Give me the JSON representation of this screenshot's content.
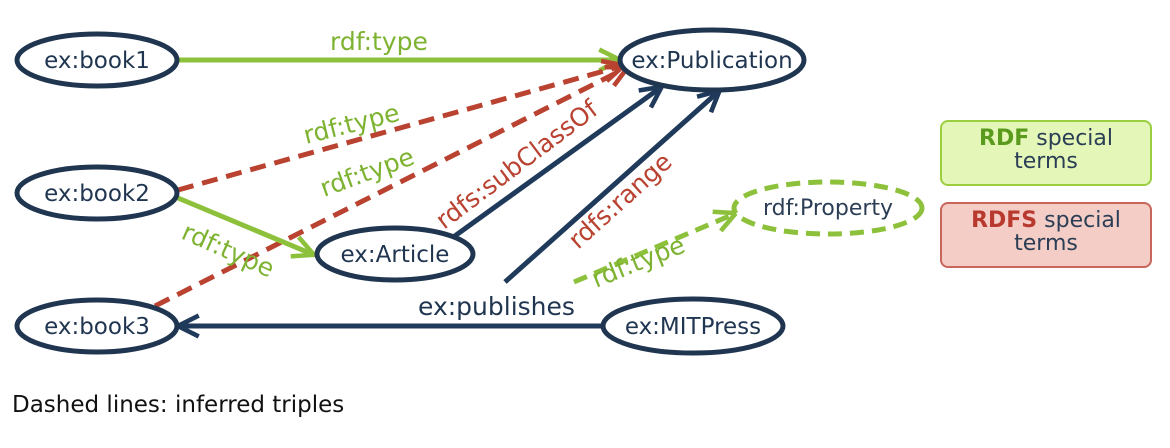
{
  "nodes": {
    "book1": "ex:book1",
    "book2": "ex:book2",
    "book3": "ex:book3",
    "article": "ex:Article",
    "publication": "ex:Publication",
    "property": "rdf:Property",
    "mitpress": "ex:MITPress"
  },
  "edges": {
    "book1_type": "rdf:type",
    "book2_type_inferred": "rdf:type",
    "book3_type_inferred": "rdf:type",
    "book2_article_type": "rdf:type",
    "article_subclass": "rdfs:subClassOf",
    "publishes_range": "rdfs:range",
    "publishes_type": "rdf:type",
    "publishes": "ex:publishes"
  },
  "legend": {
    "rdf_strong": "RDF",
    "rdf_rest": "special",
    "rdf_line2": "terms",
    "rdfs_strong": "RDFS",
    "rdfs_rest": "special",
    "rdfs_line2": "terms"
  },
  "caption": "Dashed lines: inferred triples",
  "colors": {
    "node_stroke": "#1f3550",
    "rdf_green": "#8dc13b",
    "rdfs_red": "#b94230",
    "navy_edge": "#1f3a5a"
  }
}
